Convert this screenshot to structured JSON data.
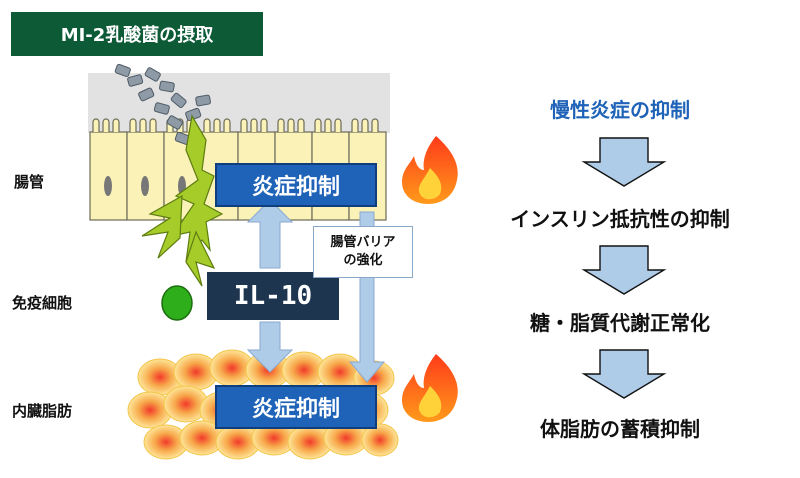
{
  "title": "MI-2乳酸菌の摂取",
  "labels": {
    "intestine": "腸管",
    "immune_cell": "免疫細胞",
    "visceral_fat": "内臓脂肪"
  },
  "boxes": {
    "inflammation_top": "炎症抑制",
    "inflammation_bottom": "炎症抑制",
    "il10": "IL-10",
    "barrier_line1": "腸管バリア",
    "barrier_line2": "の強化"
  },
  "flow": {
    "step1": "慢性炎症の抑制",
    "step2": "インスリン抵抗性の抑制",
    "step3": "糖・脂質代謝正常化",
    "step4": "体脂肪の蓄積抑制"
  },
  "colors": {
    "title_bg": "#0c5a36",
    "blue_box": "#1f63b8",
    "il10_box": "#1e3550",
    "accent_text": "#1f63b8",
    "arrow_fill": "#aecbe8",
    "cell_fill": "#fbf2b8",
    "bacteria": "#a6cc2a"
  }
}
